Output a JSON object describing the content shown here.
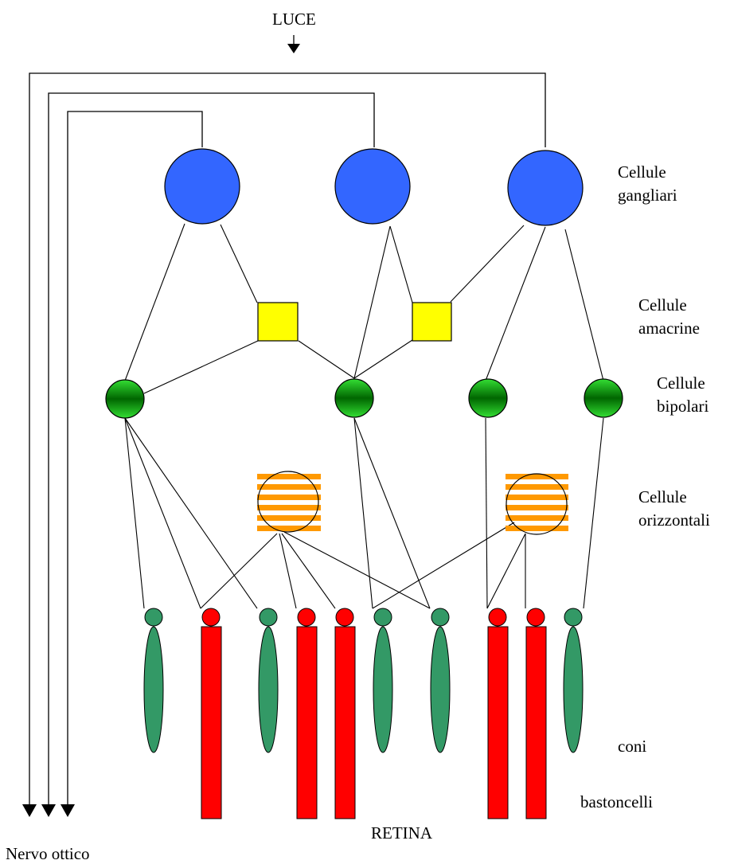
{
  "labels": {
    "light": "LUCE",
    "ganglion": [
      "Cellule",
      "gangliari"
    ],
    "amacrine": [
      "Cellule",
      "amacrine"
    ],
    "bipolar": [
      "Cellule",
      "bipolari"
    ],
    "horizontal": [
      "Cellule",
      "orizzontali"
    ],
    "cones": "coni",
    "rods": "bastoncelli",
    "retina": "RETINA",
    "optic_nerve": "Nervo ottico"
  },
  "colors": {
    "ganglion": "#3366ff",
    "amacrine": "#ffff00",
    "bipolar": "#00aa00",
    "horizontal_stripe": "#ff9900",
    "cone": "#339966",
    "rod": "#ff0000",
    "line": "#000000"
  }
}
